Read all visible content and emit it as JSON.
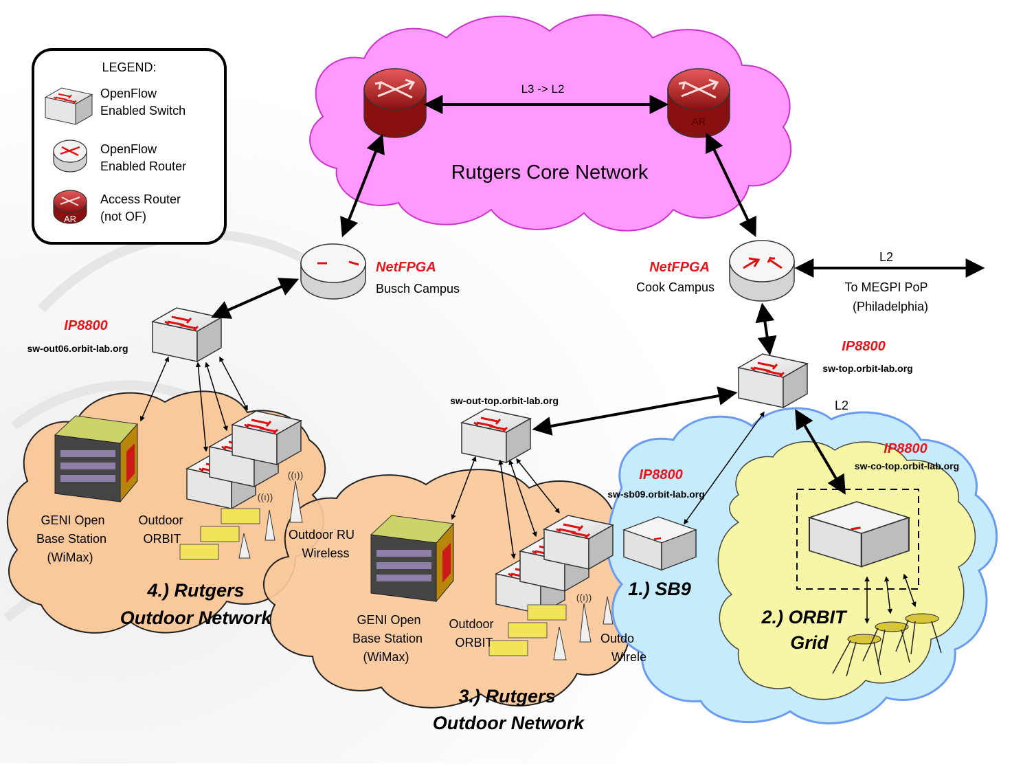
{
  "legend": {
    "title": "LEGEND:",
    "switch_line1": "OpenFlow",
    "switch_line2": "Enabled Switch",
    "router_line1": "OpenFlow",
    "router_line2": "Enabled Router",
    "access_line1": "Access Router",
    "access_line2": "(not OF)",
    "access_badge": "AR"
  },
  "core": {
    "title": "Rutgers Core Network",
    "link_label": "L3 -> L2",
    "right_router_badge": "AR"
  },
  "netfpga_busch": {
    "name": "NetFPGA",
    "location": "Busch Campus"
  },
  "netfpga_cook": {
    "name": "NetFPGA",
    "location": "Cook Campus"
  },
  "megpi": {
    "link": "L2",
    "line1": "To MEGPI PoP",
    "line2": "(Philadelphia)"
  },
  "sw_out06": {
    "model": "IP8800",
    "host": "sw-out06.orbit-lab.org"
  },
  "sw_top": {
    "model": "IP8800",
    "host": "sw-top.orbit-lab.org",
    "link": "L2"
  },
  "sw_out_top": {
    "host": "sw-out-top.orbit-lab.org"
  },
  "sw_sb09": {
    "model": "IP8800",
    "host": "sw-sb09.orbit-lab.org"
  },
  "sw_co_top": {
    "model": "IP8800",
    "host": "sw-co-top.orbit-lab.org"
  },
  "net4": {
    "title_line1": "4.) Rutgers",
    "title_line2": "Outdoor Network",
    "bs_line1": "GENI Open",
    "bs_line2": "Base Station",
    "bs_line3": "(WiMax)",
    "orbit_line1": "Outdoor",
    "orbit_line2": "ORBIT",
    "ru_line1": "Outdoor RU",
    "ru_line2": "Wireless"
  },
  "net3": {
    "title_line1": "3.) Rutgers",
    "title_line2": "Outdoor Network",
    "bs_line1": "GENI Open",
    "bs_line2": "Base Station",
    "bs_line3": "(WiMax)",
    "orbit_line1": "Outdoor",
    "orbit_line2": "ORBIT",
    "ru_line1": "Outdo",
    "ru_line2": "Wirele"
  },
  "sb9": {
    "title": "1.) SB9"
  },
  "grid": {
    "title_line1": "2.) ORBIT",
    "title_line2": "Grid"
  },
  "colors": {
    "core_cloud": "#ff99ff",
    "core_cloud_edge": "#cc33cc",
    "outdoor_cloud": "#f9c89b",
    "sb9_cloud": "#c6ecfb",
    "sb9_cloud_edge": "#6a9bef",
    "grid_cloud": "#f6f6a6",
    "accent_red": "#e8141c"
  }
}
